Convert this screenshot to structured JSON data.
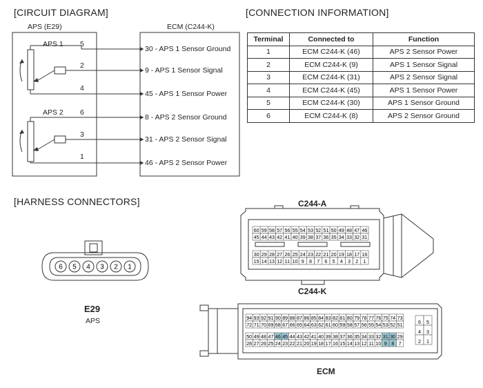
{
  "sections": {
    "circuit": "[CIRCUIT DIAGRAM]",
    "connection": "[CONNECTION INFORMATION]",
    "harness": "[HARNESS CONNECTORS]"
  },
  "circuit": {
    "aps_box": "APS (E29)",
    "ecm_box": "ECM (C244-K)",
    "sensor1": "APS 1",
    "sensor2": "APS 2",
    "aps_pins": [
      "5",
      "2",
      "4",
      "6",
      "3",
      "1"
    ],
    "ecm_lines": [
      "30 - APS 1 Sensor Ground",
      "9 - APS 1 Sensor Signal",
      "45 - APS 1 Sensor Power",
      "8 - APS 2 Sensor Ground",
      "31 - APS 2 Sensor Signal",
      "46 - APS 2 Sensor Power"
    ]
  },
  "connection_table": {
    "headers": [
      "Terminal",
      "Connected to",
      "Function"
    ],
    "rows": [
      [
        "1",
        "ECM C244-K (46)",
        "APS 2 Sensor Power"
      ],
      [
        "2",
        "ECM C244-K (9)",
        "APS 1 Sensor Signal"
      ],
      [
        "3",
        "ECM C244-K (31)",
        "APS 2 Sensor Signal"
      ],
      [
        "4",
        "ECM C244-K (45)",
        "APS 1 Sensor Power"
      ],
      [
        "5",
        "ECM C244-K (30)",
        "APS 1 Sensor Ground"
      ],
      [
        "6",
        "ECM C244-K (8)",
        "APS 2 Sensor Ground"
      ]
    ]
  },
  "harness": {
    "e29_name": "E29",
    "e29_sub": "APS",
    "e29_pins": [
      "6",
      "5",
      "4",
      "3",
      "2",
      "1"
    ],
    "c244a_label": "C244-A",
    "c244k_label": "C244-K",
    "ecm_label": "ECM",
    "c244a_rows": [
      [
        "60",
        "59",
        "58",
        "57",
        "56",
        "55",
        "54",
        "53",
        "52",
        "51",
        "50",
        "49",
        "48",
        "47",
        "46"
      ],
      [
        "45",
        "44",
        "43",
        "42",
        "41",
        "40",
        "39",
        "38",
        "37",
        "36",
        "35",
        "34",
        "33",
        "32",
        "31"
      ],
      [
        "30",
        "29",
        "28",
        "27",
        "26",
        "25",
        "24",
        "23",
        "22",
        "21",
        "20",
        "19",
        "18",
        "17",
        "16"
      ],
      [
        "15",
        "14",
        "13",
        "12",
        "11",
        "10",
        "9",
        "8",
        "7",
        "6",
        "5",
        "4",
        "3",
        "2",
        "1"
      ]
    ],
    "c244k_top_rows": [
      [
        "94",
        "93",
        "92",
        "91",
        "90",
        "89",
        "88",
        "87",
        "86",
        "85",
        "84",
        "83",
        "82",
        "81",
        "80",
        "79",
        "78",
        "77",
        "76",
        "75",
        "74",
        "73"
      ],
      [
        "72",
        "71",
        "70",
        "69",
        "68",
        "67",
        "66",
        "65",
        "64",
        "63",
        "62",
        "61",
        "60",
        "59",
        "58",
        "57",
        "56",
        "55",
        "54",
        "53",
        "52",
        "51"
      ]
    ],
    "c244k_bot_rows": [
      [
        "50",
        "49",
        "48",
        "47",
        "46",
        "45",
        "44",
        "43",
        "42",
        "41",
        "40",
        "39",
        "38",
        "37",
        "36",
        "35",
        "34",
        "33",
        "32",
        "31",
        "30",
        "29"
      ],
      [
        "28",
        "27",
        "26",
        "25",
        "24",
        "23",
        "22",
        "21",
        "20",
        "19",
        "18",
        "17",
        "16",
        "15",
        "14",
        "13",
        "12",
        "11",
        "10",
        "9",
        "8",
        "7"
      ]
    ],
    "c244k_side_pins": [
      "6",
      "5",
      "4",
      "3",
      "2",
      "1"
    ],
    "highlight_pins": [
      "46",
      "45",
      "31",
      "30",
      "9",
      "8"
    ],
    "highlight_color": "#9cc8d4"
  }
}
